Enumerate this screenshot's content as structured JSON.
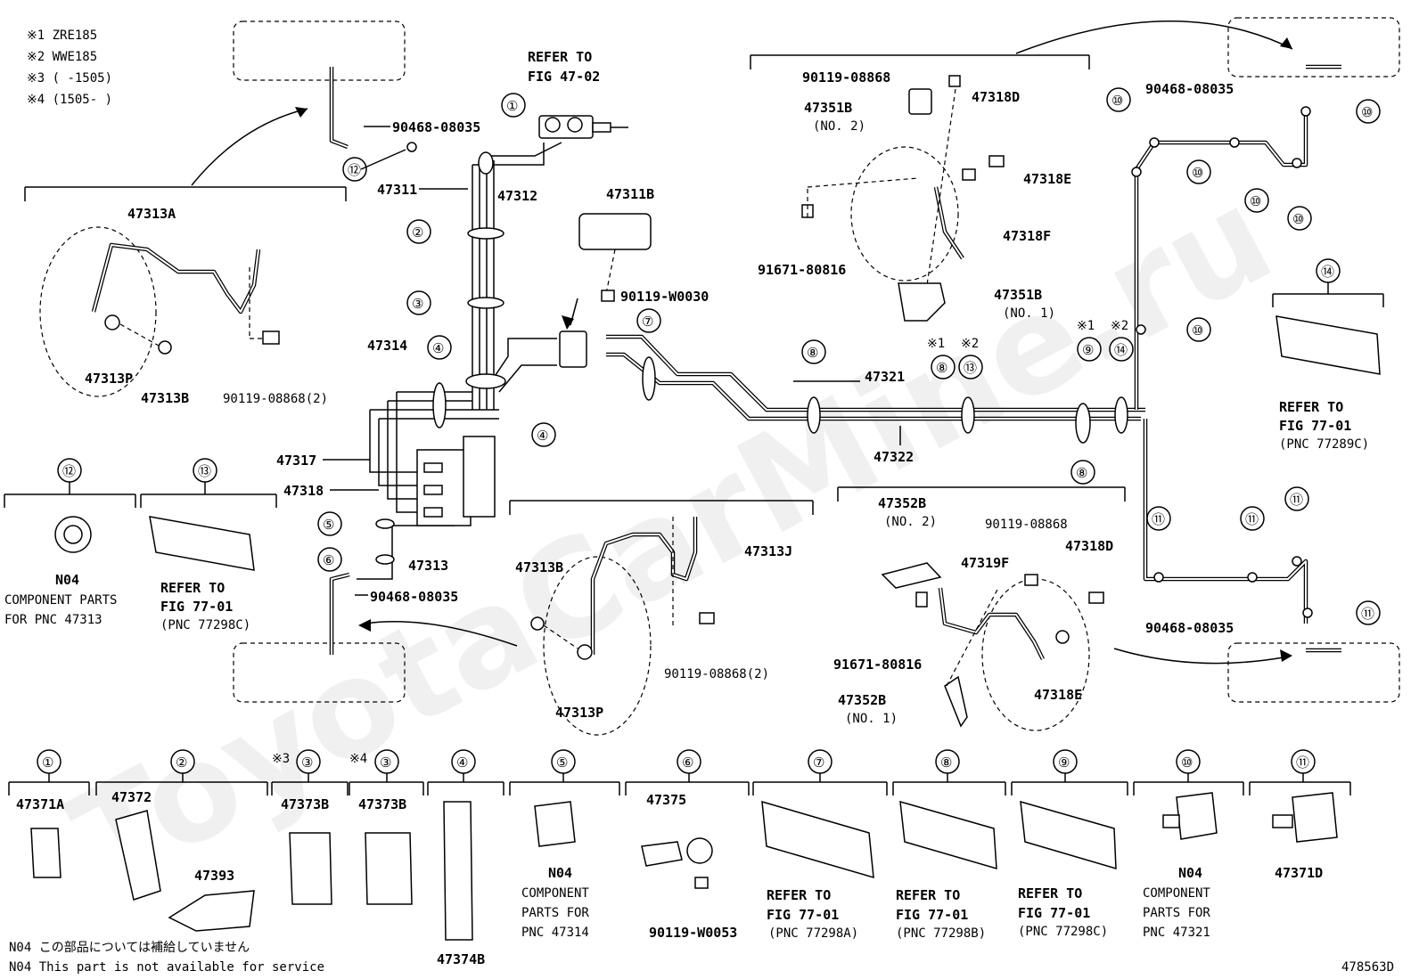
{
  "notes": {
    "n1": "※1 ZRE185",
    "n2": "※2 WWE185",
    "n3": "※3 (     -1505)",
    "n4": "※4 (1505-     )"
  },
  "refer_master": "REFER TO",
  "refer_master_fig": "FIG 47-02",
  "parts": {
    "p47313A": "47313A",
    "p47313P_l": "47313P",
    "p47313B_l": "47313B",
    "p90119_08868_2_l": "90119-08868(2)",
    "p90468_08035_tl": "90468-08035",
    "p47311": "47311",
    "p47312": "47312",
    "p47311B": "47311B",
    "p90119_W0030": "90119-W0030",
    "p47314": "47314",
    "p47317": "47317",
    "p47318": "47318",
    "p47313": "47313",
    "p90468_08035_bl": "90468-08035",
    "p47313B_m": "47313B",
    "p47313J": "47313J",
    "p90119_08868_2_m": "90119-08868(2)",
    "p47313P_m": "47313P",
    "p90119_08868_tr": "90119-08868",
    "p47351B_2": "47351B",
    "p47351B_2_sub": "(NO. 2)",
    "p47318D_tr": "47318D",
    "p47318E_tr": "47318E",
    "p47318F": "47318F",
    "p91671_80816_tr": "91671-80816",
    "p47351B_1": "47351B",
    "p47351B_1_sub": "(NO. 1)",
    "p47321": "47321",
    "p47322": "47322",
    "p90468_08035_tr": "90468-08035",
    "p90468_08035_br": "90468-08035",
    "p47352B_2": "47352B",
    "p47352B_2_sub": "(NO. 2)",
    "p90119_08868_br": "90119-08868",
    "p47319F": "47319F",
    "p47318D_br": "47318D",
    "p91671_80816_br": "91671-80816",
    "p47352B_1": "47352B",
    "p47352B_1_sub": "(NO. 1)",
    "p47318E_br": "47318E"
  },
  "marks": {
    "m1_ref": "※1",
    "m2_ref": "※2",
    "m1_ref2": "※1",
    "m2_ref2": "※2",
    "m3": "※3",
    "m4": "※4"
  },
  "callouts": [
    "①",
    "②",
    "③",
    "④",
    "⑤",
    "⑥",
    "⑦",
    "⑧",
    "⑨",
    "⑩",
    "⑪",
    "⑫",
    "⑬",
    "⑭"
  ],
  "box12": {
    "num": "⑫",
    "code": "N04",
    "line1": "COMPONENT PARTS",
    "line2": "FOR PNC 47313"
  },
  "box13": {
    "num": "⑬",
    "line1": "REFER TO",
    "line2": "FIG 77-01",
    "line3": "(PNC 77298C)"
  },
  "box14": {
    "num": "⑭",
    "line1": "REFER TO",
    "line2": "FIG 77-01",
    "line3": "(PNC 77289C)"
  },
  "bottom": [
    {
      "num": "①",
      "parts": [
        "47371A"
      ]
    },
    {
      "num": "②",
      "parts": [
        "47372",
        "47393"
      ]
    },
    {
      "num": "③",
      "mark": "※3",
      "parts": [
        "47373B"
      ]
    },
    {
      "num": "③",
      "mark": "※4",
      "parts": [
        "47373B"
      ]
    },
    {
      "num": "④",
      "parts": [
        "47374B"
      ]
    },
    {
      "num": "⑤",
      "code": "N04",
      "text": [
        "COMPONENT",
        "PARTS FOR",
        "PNC 47314"
      ]
    },
    {
      "num": "⑥",
      "parts": [
        "47375",
        "90119-W0053"
      ]
    },
    {
      "num": "⑦",
      "text": [
        "REFER TO",
        "FIG 77-01",
        "(PNC 77298A)"
      ]
    },
    {
      "num": "⑧",
      "text": [
        "REFER TO",
        "FIG 77-01",
        "(PNC 77298B)"
      ]
    },
    {
      "num": "⑨",
      "text": [
        "REFER TO",
        "FIG 77-01",
        "(PNC 77298C)"
      ]
    },
    {
      "num": "⑩",
      "code": "N04",
      "text": [
        "COMPONENT",
        "PARTS FOR",
        "PNC 47321"
      ]
    },
    {
      "num": "⑪",
      "parts": [
        "47371D"
      ]
    }
  ],
  "footer": {
    "jp": "N04 この部品については補給していません",
    "en": "N04 This part is not available for service",
    "figure_id": "478563D"
  },
  "watermark": "ToyotaCarMine.ru"
}
